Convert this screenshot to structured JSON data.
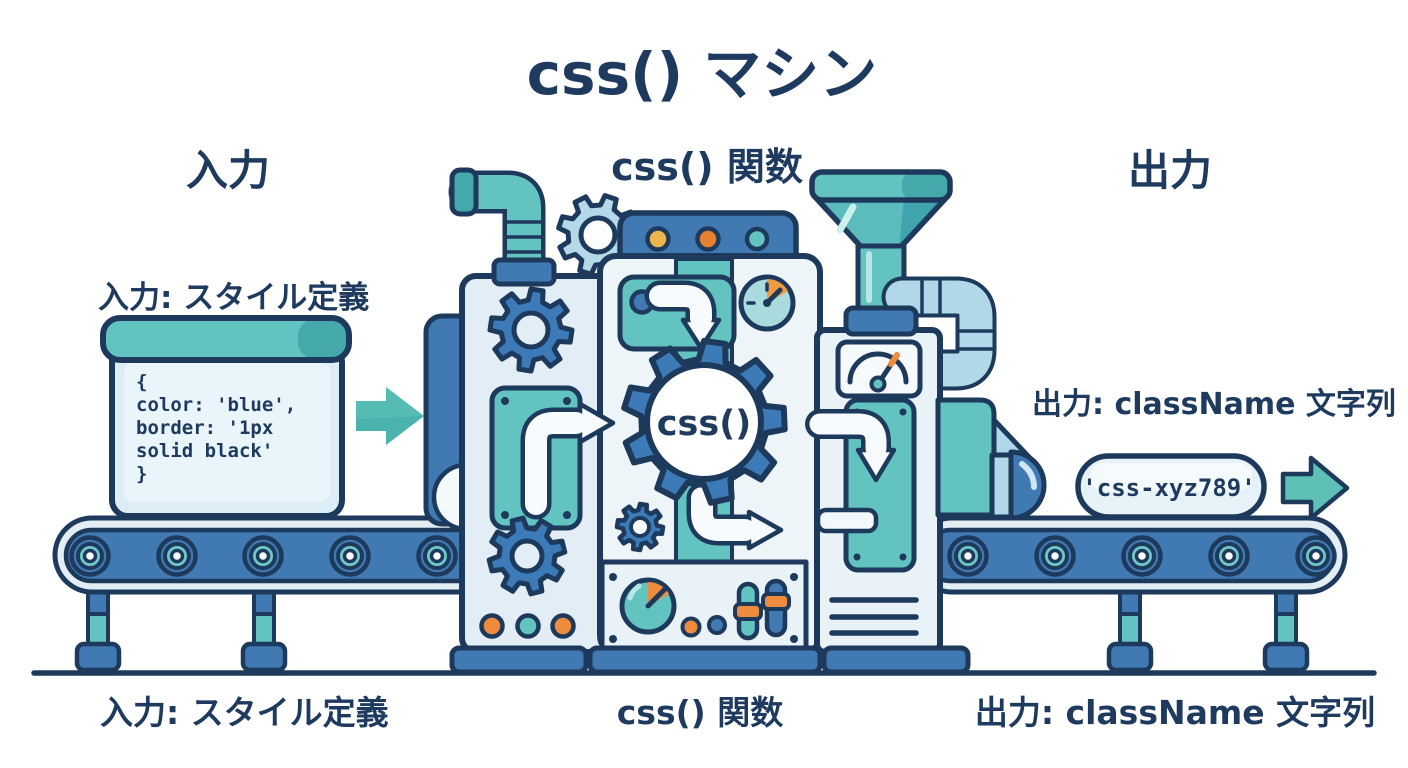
{
  "title": "css() マシン",
  "headers": {
    "input": "入力",
    "function": "css() 関数",
    "output": "出力"
  },
  "input_box": {
    "label": "入力: スタイル定義",
    "code_lines": [
      "{",
      "  color: 'blue',",
      "  border: '1px",
      "   solid black'",
      "}"
    ]
  },
  "machine": {
    "gear_label": "css()"
  },
  "output_area": {
    "label": "出力: className 文字列",
    "value": "'css-xyz789'"
  },
  "footer": {
    "input": "入力: スタイル定義",
    "function": "css() 関数",
    "output": "出力: className 文字列"
  },
  "palette": {
    "navy": "#1d3a5c",
    "blue": "#4179b3",
    "gear_blue": "#3d7ab8",
    "teal": "#62c3c0",
    "teal_dark": "#45a8ab",
    "light_blue_pipe": "#b0d8e8",
    "panel_light": "#e7f1f7",
    "orange": "#ee8b3d",
    "yellow": "#ecb64d",
    "arrow_white": "#f8fbfd"
  }
}
